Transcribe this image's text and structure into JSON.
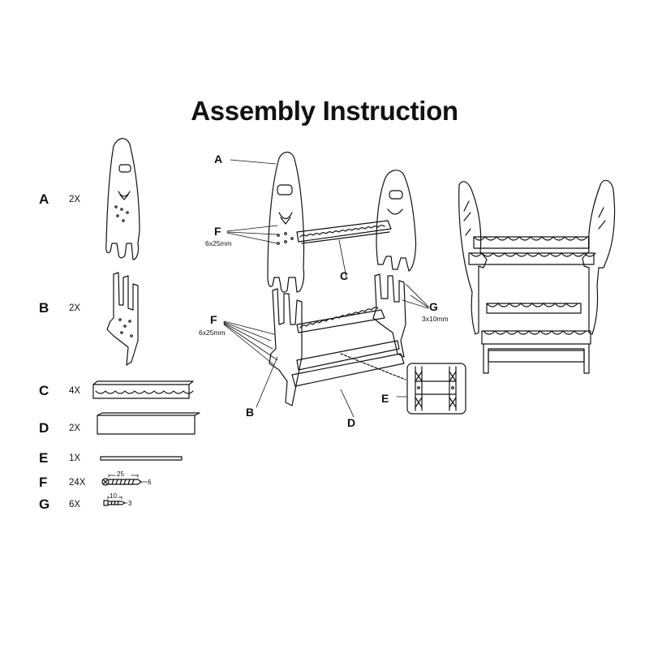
{
  "title": "Assembly Instruction",
  "parts": [
    {
      "letter": "A",
      "qty": "2X"
    },
    {
      "letter": "B",
      "qty": "2X"
    },
    {
      "letter": "C",
      "qty": "4X"
    },
    {
      "letter": "D",
      "qty": "2X"
    },
    {
      "letter": "E",
      "qty": "1X"
    },
    {
      "letter": "F",
      "qty": "24X"
    },
    {
      "letter": "G",
      "qty": "6X"
    }
  ],
  "screw_f": {
    "length": "25",
    "diameter": "6"
  },
  "screw_g": {
    "length": "10",
    "diameter": "3"
  },
  "callouts": {
    "a": "A",
    "b": "B",
    "c": "C",
    "d": "D",
    "e": "E",
    "f_top": "F",
    "f_top_size": "6x25mm",
    "f_bottom": "F",
    "f_bottom_size": "6x25mm",
    "g": "G",
    "g_size": "3x10mm"
  }
}
